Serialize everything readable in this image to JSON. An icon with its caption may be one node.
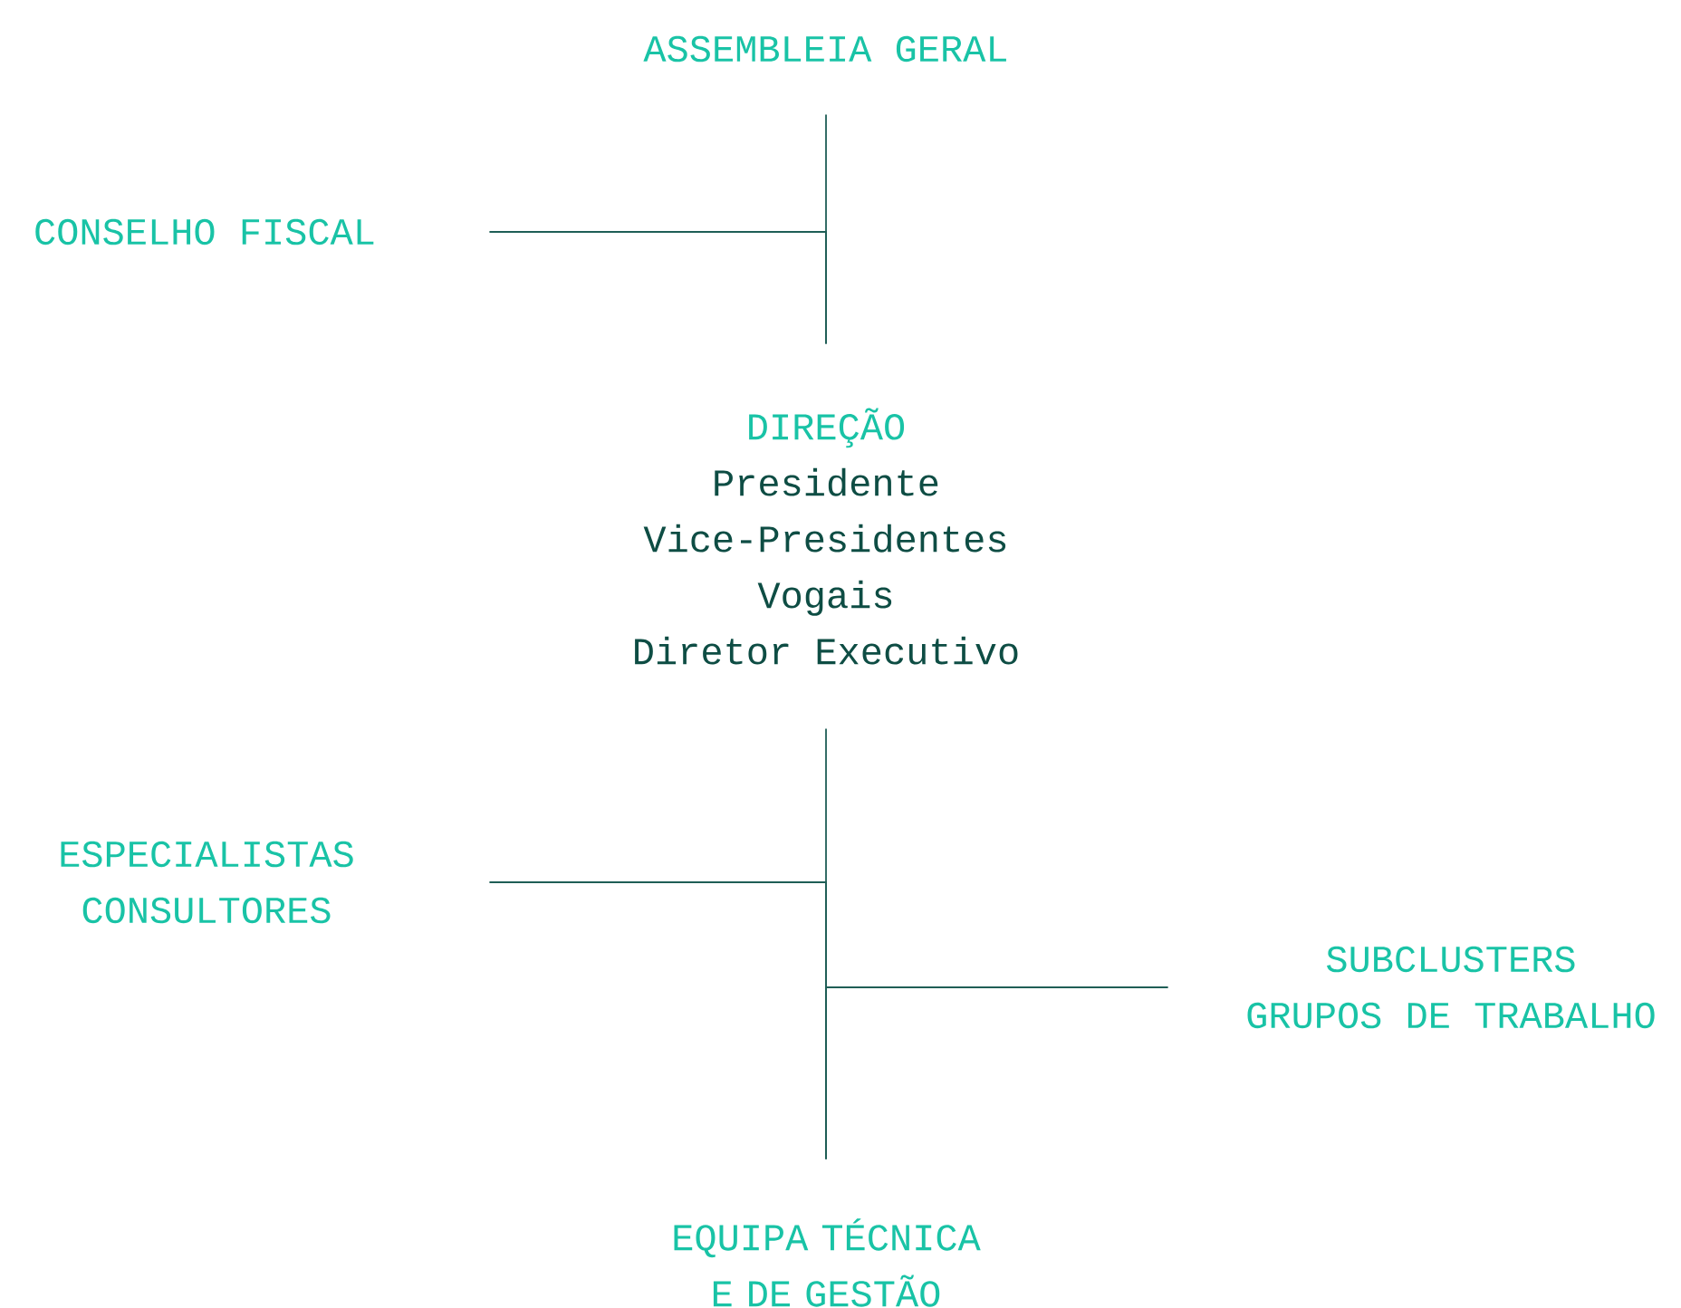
{
  "diagram": {
    "nodes": [
      {
        "text": [
          "ASSEMBLEIA GERAL"
        ]
      },
      {
        "text": [
          "CONSELHO FISCAL"
        ]
      },
      {
        "text": [
          "DIREÇÃO",
          "Presidente",
          "Vice-Presidentes",
          "Vogais",
          "Diretor Executivo"
        ]
      },
      {
        "text": [
          "ESPECIALISTAS",
          "CONSULTORES"
        ]
      },
      {
        "text": [
          "SUBCLUSTERS",
          "GRUPOS DE TRABALHO"
        ]
      },
      {
        "text": [
          "EQUIPA TÉCNICA E DE GESTÃO"
        ]
      }
    ],
    "edges": [
      {
        "from": 0,
        "to": 2,
        "arrow": "none"
      },
      {
        "from": 1,
        "to": 2,
        "arrow": "none"
      },
      {
        "from": 2,
        "to": 5,
        "arrow": "none"
      },
      {
        "from": 3,
        "to": 5,
        "arrow": "none"
      },
      {
        "from": 4,
        "to": 5,
        "arrow": "none"
      }
    ]
  }
}
